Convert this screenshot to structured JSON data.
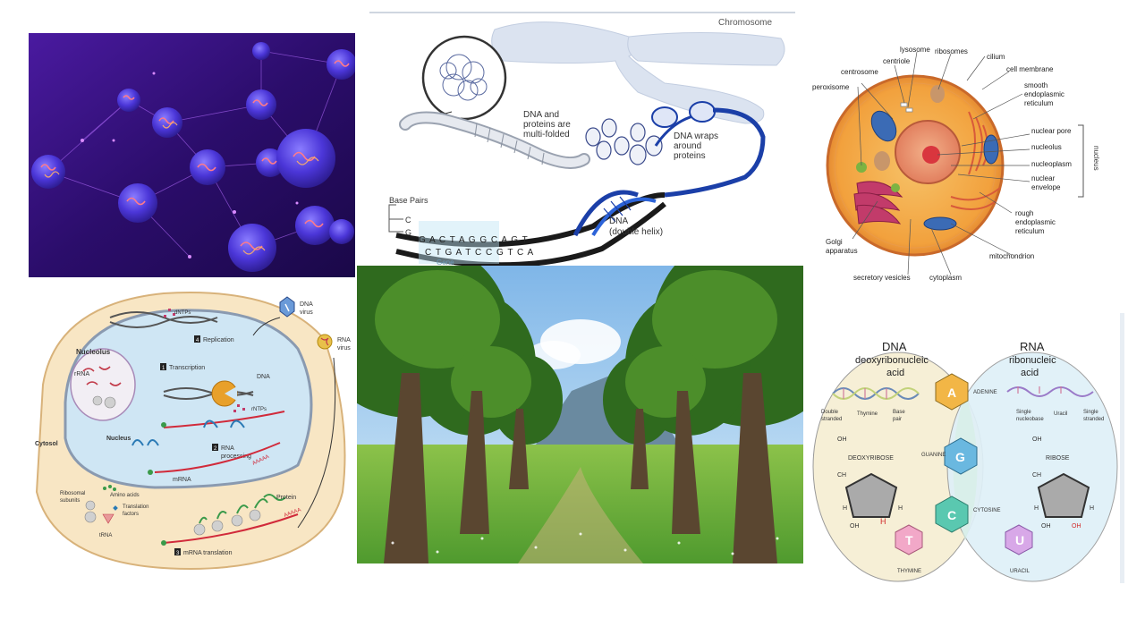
{
  "chromosome": {
    "title": "Chromosome",
    "folded_label_1": "DNA and",
    "folded_label_2": "proteins are",
    "folded_label_3": "multi-folded",
    "wraps_label_1": "DNA wraps",
    "wraps_label_2": "around",
    "wraps_label_3": "proteins",
    "base_pairs_label": "Base Pairs",
    "dna_label": "DNA",
    "helix_label": "(double helix)",
    "top_strand": "G A C T A G G C A G T",
    "bottom_strand": "C T G A T C C G T C A",
    "top_lead": "C",
    "bottom_lead": "G",
    "gene_label": "Gene"
  },
  "cell": {
    "labels": {
      "lysosome": "lysosome",
      "ribosomes": "ribosomes",
      "cilium": "cilium",
      "centriole": "centriole",
      "centrosome": "centrosome",
      "cell_membrane": "cell membrane",
      "peroxisome": "peroxisome",
      "smooth_er_1": "smooth",
      "smooth_er_2": "endoplasmic",
      "smooth_er_3": "reticulum",
      "nuclear_pore": "nuclear pore",
      "nucleolus": "nucleolus",
      "nucleoplasm": "nucleoplasm",
      "nuclear_env_1": "nuclear",
      "nuclear_env_2": "envelope",
      "nucleus": "nucleus",
      "rough_er_1": "rough",
      "rough_er_2": "endoplasmic",
      "rough_er_3": "reticulum",
      "golgi_1": "Golgi",
      "golgi_2": "apparatus",
      "mitochondrion": "mitochondrion",
      "secretory": "secretory vesicles",
      "cytoplasm": "cytoplasm"
    }
  },
  "expression": {
    "nucleolus": "Nucleolus",
    "rrna": "rRNA",
    "cytosol": "Cytosol",
    "nucleus": "Nucleus",
    "dntps": "dNTPs",
    "replication_num": "4",
    "replication": "Replication",
    "transcription_num": "1",
    "transcription": "Transcription",
    "dna": "DNA",
    "rntps": "rNTPs",
    "rna_processing_num": "2",
    "rna_processing_1": "RNA",
    "rna_processing_2": "processing",
    "poly_a": "AAAAA",
    "mrna": "mRNA",
    "dna_virus_1": "DNA",
    "dna_virus_2": "virus",
    "rna_virus_1": "RNA",
    "rna_virus_2": "virus",
    "ribosomal_1": "Ribosomal",
    "ribosomal_2": "subunits",
    "amino_acids": "Amino acids",
    "translation_factors_1": "Translation",
    "translation_factors_2": "factors",
    "trna": "tRNA",
    "protein": "Protein",
    "translation_num": "3",
    "translation": "mRNA translation",
    "poly_a_2": "AAAAA"
  },
  "dnarna": {
    "dna_title": "DNA",
    "dna_sub_1": "deoxyribonucleic",
    "dna_sub_2": "acid",
    "rna_title": "RNA",
    "rna_sub_1": "ribonucleic",
    "rna_sub_2": "acid",
    "double_1": "Double",
    "double_2": "stranded",
    "thymine_small": "Thymine",
    "base_1": "Base",
    "base_2": "pair",
    "single_nb_1": "Single",
    "single_nb_2": "nucleobase",
    "uracil_small": "Uracil",
    "single_st_1": "Single",
    "single_st_2": "stranded",
    "oh": "OH",
    "ch2": "CH",
    "deoxyribose": "DEOXYRIBOSE",
    "ribose": "RIBOSE",
    "h": "H",
    "adenine": "ADENINE",
    "guanine": "GUANINE",
    "cytosine": "CYTOSINE",
    "thymine": "THYMINE",
    "uracil": "URACIL",
    "letter_a": "A",
    "letter_g": "G",
    "letter_c": "C",
    "letter_t": "T",
    "letter_u": "U"
  },
  "colors": {
    "network_bg": "#2a0c5e",
    "cell_orange": "#f2a13d",
    "dna_blue": "#1b3fa8",
    "rna_light": "#dff0f8",
    "dna_cream": "#f6efd6",
    "grass": "#5fa83a"
  }
}
